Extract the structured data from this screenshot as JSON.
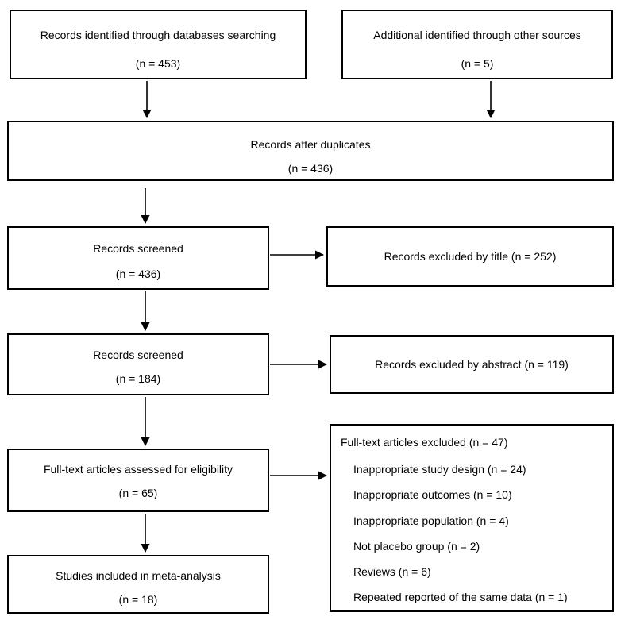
{
  "identification": {
    "databases": {
      "label": "Records identified through databases searching",
      "count": "(n = 453)"
    },
    "other_sources": {
      "label": "Additional identified through other sources",
      "count": "(n = 5)"
    }
  },
  "after_duplicates": {
    "label": "Records after duplicates",
    "count": "(n = 436)"
  },
  "screened_title": {
    "label": "Records screened",
    "count": "(n = 436)"
  },
  "excluded_title": {
    "label": "Records excluded by title (n = 252)"
  },
  "screened_abstract": {
    "label": "Records screened",
    "count": "(n = 184)"
  },
  "excluded_abstract": {
    "label": "Records excluded by abstract (n = 119)"
  },
  "fulltext": {
    "label": "Full-text articles assessed for eligibility",
    "count": "(n = 65)"
  },
  "fulltext_excluded": {
    "header": "Full-text articles excluded (n = 47)",
    "reasons": [
      "Inappropriate study design (n = 24)",
      "Inappropriate outcomes (n = 10)",
      "Inappropriate population (n = 4)",
      "Not placebo group (n = 2)",
      "Reviews (n = 6)",
      "Repeated reported of the same data (n = 1)"
    ]
  },
  "included": {
    "label": "Studies included in meta-analysis",
    "count": "(n = 18)"
  }
}
